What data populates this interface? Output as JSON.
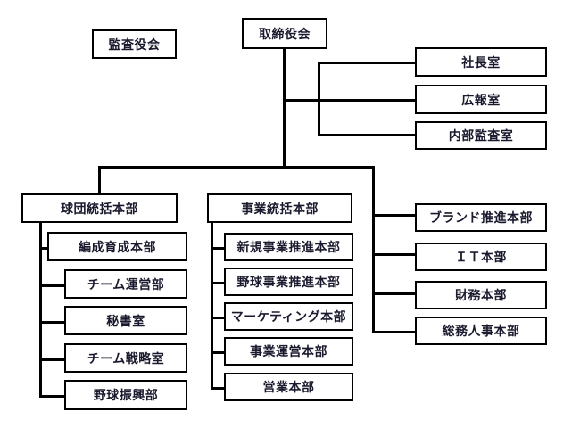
{
  "chart_data": {
    "type": "diagram",
    "title": "",
    "diagram_kind": "organization-chart",
    "orientation": "top-down-with-side-branches",
    "nodes": [
      {
        "id": "kansayakukai",
        "label": "監査役会",
        "level": 0,
        "parent": null,
        "detached": true
      },
      {
        "id": "torishimariyakukai",
        "label": "取締役会",
        "level": 0,
        "parent": null
      },
      {
        "id": "shachoshitsu",
        "label": "社長室",
        "level": 1,
        "parent": "torishimariyakukai"
      },
      {
        "id": "kohoshitsu",
        "label": "広報室",
        "level": 1,
        "parent": "torishimariyakukai"
      },
      {
        "id": "naibukansashitsu",
        "label": "内部監査室",
        "level": 1,
        "parent": "torishimariyakukai"
      },
      {
        "id": "kyudan-tokatsu",
        "label": "球団統括本部",
        "level": 1,
        "parent": "torishimariyakukai"
      },
      {
        "id": "jigyo-tokatsu",
        "label": "事業統括本部",
        "level": 1,
        "parent": "torishimariyakukai"
      },
      {
        "id": "hensei-ikusei",
        "label": "編成育成本部",
        "level": 2,
        "parent": "kyudan-tokatsu"
      },
      {
        "id": "team-uneibu",
        "label": "チーム運営部",
        "level": 2,
        "parent": "kyudan-tokatsu"
      },
      {
        "id": "hishoshitsu",
        "label": "秘書室",
        "level": 2,
        "parent": "kyudan-tokatsu"
      },
      {
        "id": "team-senryakushitsu",
        "label": "チーム戦略室",
        "level": 2,
        "parent": "kyudan-tokatsu"
      },
      {
        "id": "yakyu-shinkobu",
        "label": "野球振興部",
        "level": 2,
        "parent": "kyudan-tokatsu"
      },
      {
        "id": "shinki-jigyo",
        "label": "新規事業推進本部",
        "level": 2,
        "parent": "jigyo-tokatsu"
      },
      {
        "id": "yakyu-jigyo",
        "label": "野球事業推進本部",
        "level": 2,
        "parent": "jigyo-tokatsu"
      },
      {
        "id": "marketing",
        "label": "マーケティング本部",
        "level": 2,
        "parent": "jigyo-tokatsu"
      },
      {
        "id": "jigyo-unei",
        "label": "事業運営本部",
        "level": 2,
        "parent": "jigyo-tokatsu"
      },
      {
        "id": "eigyo",
        "label": "営業本部",
        "level": 2,
        "parent": "jigyo-tokatsu"
      },
      {
        "id": "brand-suishin",
        "label": "ブランド推進本部",
        "level": 1,
        "parent": "torishimariyakukai"
      },
      {
        "id": "it-honbu",
        "label": "ＩＴ本部",
        "level": 1,
        "parent": "torishimariyakukai"
      },
      {
        "id": "zaimu",
        "label": "財務本部",
        "level": 1,
        "parent": "torishimariyakukai"
      },
      {
        "id": "somu-jinji",
        "label": "総務人事本部",
        "level": 1,
        "parent": "torishimariyakukai"
      }
    ]
  },
  "top": {
    "audit_board": "監査役会",
    "board_of_directors": "取締役会"
  },
  "executive_offices": [
    "社長室",
    "広報室",
    "内部監査室"
  ],
  "divisions": {
    "baseball_club": {
      "header": "球団統括本部",
      "children": [
        "編成育成本部",
        "チーム運営部",
        "秘書室",
        "チーム戦略室",
        "野球振興部"
      ]
    },
    "business": {
      "header": "事業統括本部",
      "children": [
        "新規事業推進本部",
        "野球事業推進本部",
        "マーケティング本部",
        "事業運営本部",
        "営業本部"
      ]
    },
    "corporate": {
      "children": [
        "ブランド推進本部",
        "ＩＴ本部",
        "財務本部",
        "総務人事本部"
      ]
    }
  },
  "colors": {
    "line": "#000000",
    "box_border": "#000000",
    "box_fill": "#ffffff",
    "text": "#1a1a2e"
  }
}
